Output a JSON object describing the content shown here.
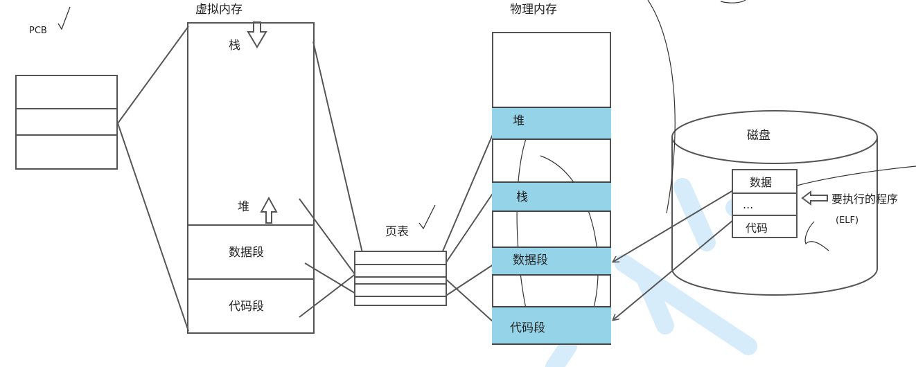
{
  "labels": {
    "pcb": "PCB",
    "virtual_memory": "虚拟内存",
    "physical_memory": "物理内存",
    "page_table": "页表",
    "disk": "磁盘",
    "stack": "栈",
    "heap": "堆",
    "data_segment": "数据段",
    "code_segment": "代码段",
    "phys_heap": "堆",
    "phys_stack": "栈",
    "phys_data_segment": "数据段",
    "phys_code_segment": "代码段",
    "disk_data": "数据",
    "disk_ellipsis": "...",
    "disk_code": "代码",
    "program_to_run": "要执行的程序",
    "elf": "(ELF)"
  },
  "colors": {
    "segment_fill": "#95d4e8",
    "stroke": "#555555",
    "watermark": "#d6ecfb"
  },
  "icons": [
    "down-arrow-icon",
    "up-arrow-icon",
    "left-arrow-icon",
    "checkmark-icon"
  ]
}
